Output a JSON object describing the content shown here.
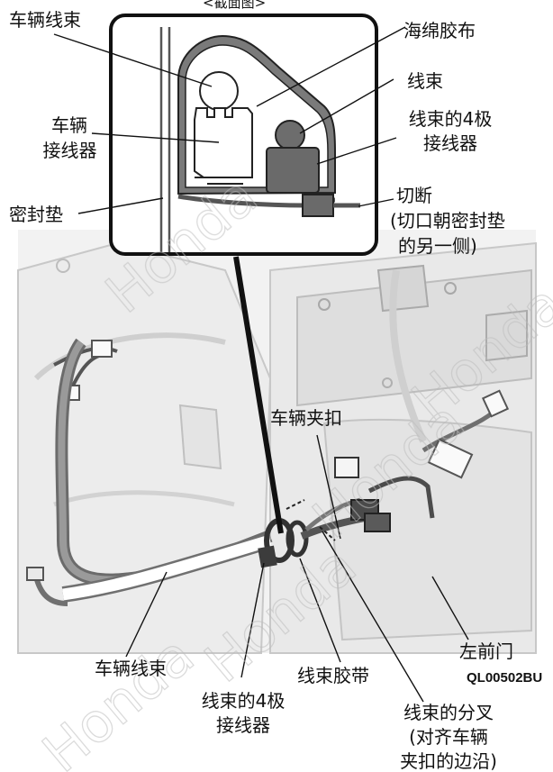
{
  "inset_title": "<截面图>",
  "labels": {
    "harness_top": "车辆线束",
    "sponge_tape": "海绵胶布",
    "wire_harness": "线束",
    "vehicle_connector_1": "车辆",
    "vehicle_connector_2": "接线器",
    "four_pole_1": "线束的4极",
    "four_pole_2": "接线器",
    "seal_pad": "密封垫",
    "cut": "切断",
    "cut_note_1": "(切口朝密封垫",
    "cut_note_2": "的另一侧)",
    "vehicle_clip": "车辆夹扣",
    "harness_bottom": "车辆线束",
    "left_front_door": "左前门",
    "harness_tape": "线束胶带",
    "four_pole_bottom_1": "线束的4极",
    "four_pole_bottom_2": "接线器",
    "branch_1": "线束的分叉",
    "branch_2": "(对齐车辆",
    "branch_3": "夹扣的边沿)",
    "figure_code": "QL00502BU"
  },
  "watermark": "Honda"
}
